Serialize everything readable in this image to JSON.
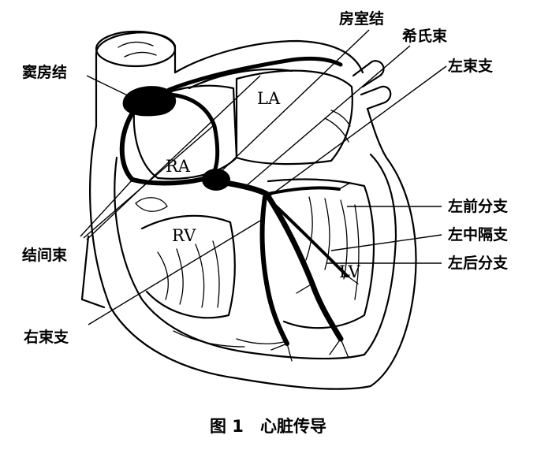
{
  "figure": {
    "labels": {
      "av_node": "房室结",
      "his_bundle": "希氏束",
      "left_bundle": "左束支",
      "sa_node": "窦房结",
      "left_anterior": "左前分支",
      "left_septal": "左中隔支",
      "left_posterior": "左后分支",
      "internodal": "结间束",
      "right_bundle": "右束支"
    },
    "chambers": {
      "la": "LA",
      "ra": "RA",
      "rv": "RV",
      "lv": "LV"
    },
    "caption": {
      "number": "图 1",
      "title": "心脏传导"
    }
  }
}
